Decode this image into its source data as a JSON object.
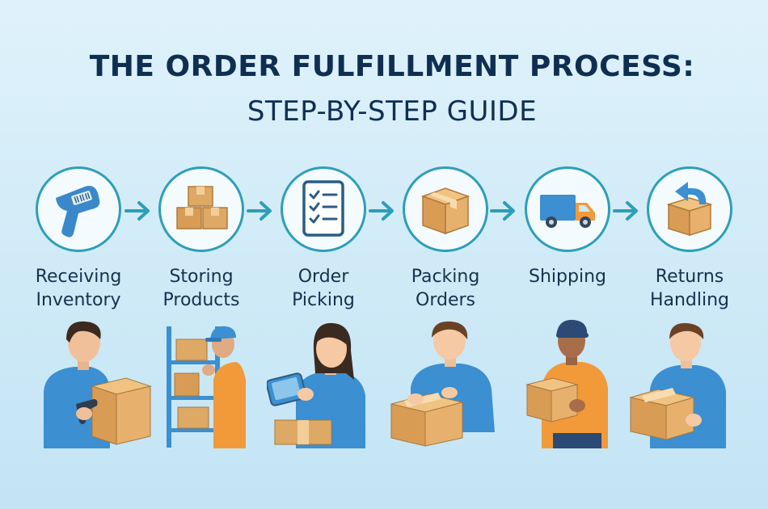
{
  "title": {
    "line1": "THE ORDER FULFILLMENT PROCESS:",
    "line2": "STEP-BY-STEP GUIDE"
  },
  "steps": [
    {
      "line1": "Receiving",
      "line2": "Inventory",
      "icon": "barcode-scanner-icon"
    },
    {
      "line1": "Storing",
      "line2": "Products",
      "icon": "stacked-boxes-icon"
    },
    {
      "line1": "Order",
      "line2": "Picking",
      "icon": "checklist-icon"
    },
    {
      "line1": "Packing",
      "line2": "Orders",
      "icon": "box-icon"
    },
    {
      "line1": "Shipping",
      "line2": "",
      "icon": "delivery-truck-icon"
    },
    {
      "line1": "Returns",
      "line2": "Handling",
      "icon": "return-box-icon"
    }
  ],
  "colors": {
    "accent": "#2d9fb8",
    "title": "#0f2f52",
    "box": "#d9a35f",
    "shirt_blue": "#3c8fd0",
    "shirt_orange": "#f29a3a"
  }
}
